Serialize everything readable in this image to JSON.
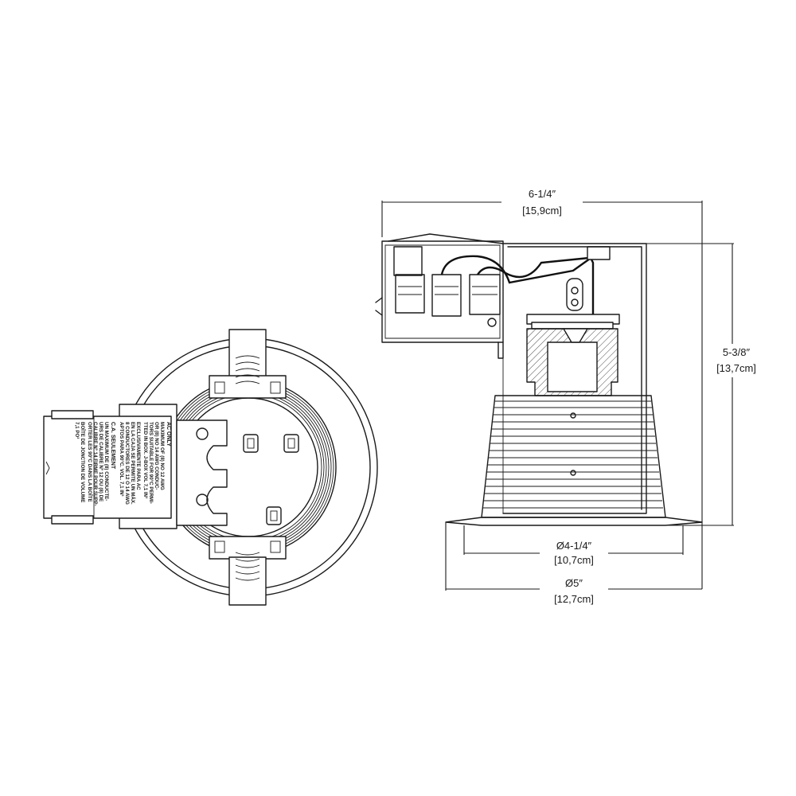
{
  "dimensions": {
    "width": {
      "imperial": "6-1/4″",
      "metric": "[15,9cm]"
    },
    "height": {
      "imperial": "5-3/8″",
      "metric": "[13,7cm]"
    },
    "trim_inner": {
      "imperial": "Ø4-1/4″",
      "metric": "[10,7cm]"
    },
    "trim_outer": {
      "imperial": "Ø5″",
      "metric": "[12,7cm]"
    }
  },
  "junction_box_label": {
    "en_title": "AC ONLY",
    "en_lines": [
      "MAXIMUM OF (8) NO 12 AWG",
      "OR (8) NO 14 AWG CONDUC-",
      "TORS SUITABLE FOR 90°C PERMI-",
      "TTED IN BOX. J-BOX VOL 7,1 IN³",
      "EXCLUSIVAMENTE PARA AC",
      "EN LA CAJA SE PERMITE UN MÁX.",
      "8 CONDUCTORES DE 12 Ó 14 AWG",
      "APTOS PARA 90°C. VOL. 7,1 IN³"
    ],
    "fr_title": "C.A. SEULEMENT",
    "fr_lines": [
      "UN MAXIMUM DE (8) CONDUCTE-",
      "URS DE CALIBRE Nº 12 OU (8) DE",
      "CALIBRE Nº 14 FIRME POUR SUPP-",
      "ORTER LES 90°C DANS LA BOÎTE",
      "BOÎTE DE JONCTION DE VOLUME",
      "7,1 PO³"
    ]
  }
}
